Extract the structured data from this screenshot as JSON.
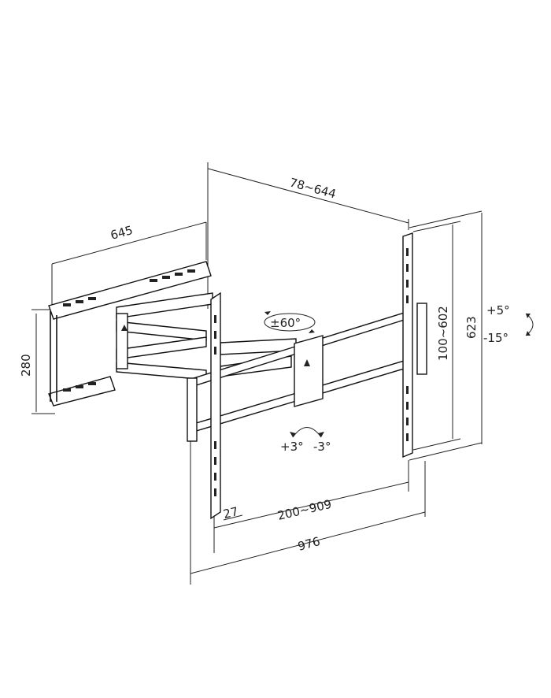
{
  "dimensions": {
    "width_wall_plate": "645",
    "extension": "78~644",
    "height_wall_plate": "280",
    "max_height": "623",
    "vesa_vertical": "100~602",
    "vesa_horizontal": "200~909",
    "total_width": "976",
    "profile": "27"
  },
  "rotations": {
    "swivel": "±60°",
    "tilt_up": "+5°",
    "tilt_down": "-15°",
    "level_left": "+3°",
    "level_right": "-3°"
  },
  "colors": {
    "line": "#222222",
    "background": "#ffffff"
  }
}
